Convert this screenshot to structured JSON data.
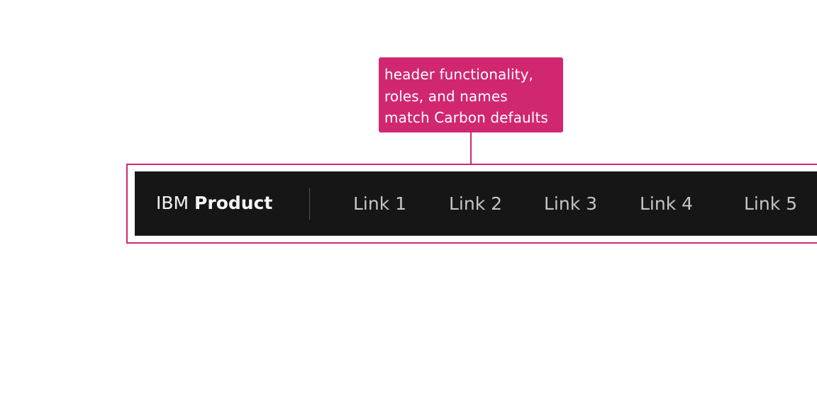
{
  "annotation": {
    "lines": [
      "header functionality,",
      "roles, and names",
      "match Carbon defaults"
    ],
    "color": "#d12771"
  },
  "header": {
    "brand_prefix": "IBM",
    "brand_name": "Product",
    "background": "#161616",
    "links": [
      {
        "label": "Link 1"
      },
      {
        "label": "Link 2"
      },
      {
        "label": "Link 3"
      },
      {
        "label": "Link 4"
      },
      {
        "label": "Link 5"
      }
    ]
  }
}
